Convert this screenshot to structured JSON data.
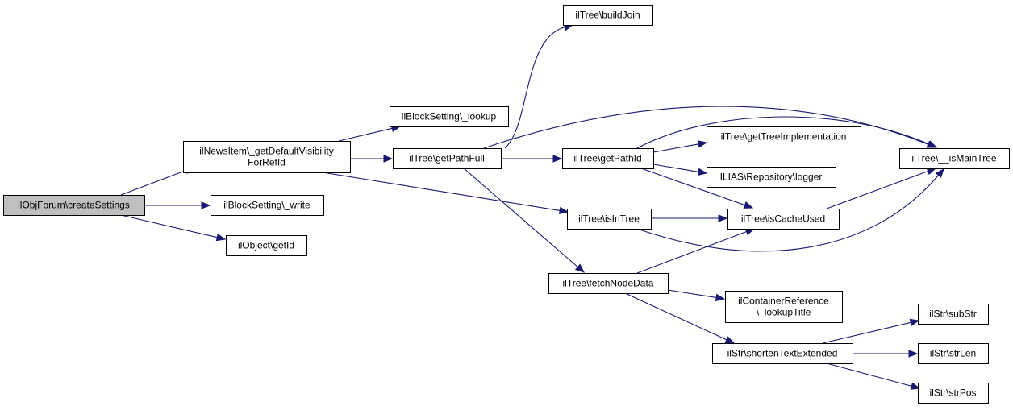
{
  "diagram": {
    "nodes": [
      {
        "id": "createSettings",
        "lines": [
          "ilObjForum\\createSettings"
        ],
        "root": true
      },
      {
        "id": "getDefaultVisibility",
        "lines": [
          "ilNewsItem\\_getDefaultVisibility",
          "ForRefId"
        ]
      },
      {
        "id": "blockWrite",
        "lines": [
          "ilBlockSetting\\_write"
        ]
      },
      {
        "id": "objGetId",
        "lines": [
          "ilObject\\getId"
        ]
      },
      {
        "id": "blockLookup",
        "lines": [
          "ilBlockSetting\\_lookup"
        ]
      },
      {
        "id": "getPathFull",
        "lines": [
          "ilTree\\getPathFull"
        ]
      },
      {
        "id": "isInTree",
        "lines": [
          "ilTree\\isInTree"
        ]
      },
      {
        "id": "buildJoin",
        "lines": [
          "ilTree\\buildJoin"
        ]
      },
      {
        "id": "getPathId",
        "lines": [
          "ilTree\\getPathId"
        ]
      },
      {
        "id": "fetchNodeData",
        "lines": [
          "ilTree\\fetchNodeData"
        ]
      },
      {
        "id": "isMainTree",
        "lines": [
          "ilTree\\__isMainTree"
        ]
      },
      {
        "id": "getTreeImpl",
        "lines": [
          "ilTree\\getTreeImplementation"
        ]
      },
      {
        "id": "logger",
        "lines": [
          "ILIAS\\Repository\\logger"
        ]
      },
      {
        "id": "isCacheUsed",
        "lines": [
          "ilTree\\isCacheUsed"
        ]
      },
      {
        "id": "lookupTitle",
        "lines": [
          "ilContainerReference",
          "\\_lookupTitle"
        ]
      },
      {
        "id": "shortenText",
        "lines": [
          "ilStr\\shortenTextExtended"
        ]
      },
      {
        "id": "subStr",
        "lines": [
          "ilStr\\subStr"
        ]
      },
      {
        "id": "strLen",
        "lines": [
          "ilStr\\strLen"
        ]
      },
      {
        "id": "strPos",
        "lines": [
          "ilStr\\strPos"
        ]
      }
    ],
    "edges": [
      {
        "from": "createSettings",
        "to": "getDefaultVisibility"
      },
      {
        "from": "createSettings",
        "to": "blockWrite"
      },
      {
        "from": "createSettings",
        "to": "objGetId"
      },
      {
        "from": "getDefaultVisibility",
        "to": "blockLookup"
      },
      {
        "from": "getDefaultVisibility",
        "to": "getPathFull"
      },
      {
        "from": "getDefaultVisibility",
        "to": "isInTree"
      },
      {
        "from": "getPathFull",
        "to": "buildJoin"
      },
      {
        "from": "getPathFull",
        "to": "getPathId"
      },
      {
        "from": "getPathFull",
        "to": "isMainTree"
      },
      {
        "from": "getPathFull",
        "to": "fetchNodeData"
      },
      {
        "from": "getPathId",
        "to": "getTreeImpl"
      },
      {
        "from": "getPathId",
        "to": "logger"
      },
      {
        "from": "getPathId",
        "to": "isCacheUsed"
      },
      {
        "from": "getPathId",
        "to": "isMainTree"
      },
      {
        "from": "isInTree",
        "to": "isCacheUsed"
      },
      {
        "from": "isInTree",
        "to": "isMainTree"
      },
      {
        "from": "isCacheUsed",
        "to": "isMainTree"
      },
      {
        "from": "fetchNodeData",
        "to": "isCacheUsed"
      },
      {
        "from": "fetchNodeData",
        "to": "lookupTitle"
      },
      {
        "from": "fetchNodeData",
        "to": "shortenText"
      },
      {
        "from": "shortenText",
        "to": "subStr"
      },
      {
        "from": "shortenText",
        "to": "strLen"
      },
      {
        "from": "shortenText",
        "to": "strPos"
      }
    ],
    "colors": {
      "edge": "#191970",
      "root_fill": "#bfbfbf",
      "node_fill": "#ffffff",
      "border": "#000000"
    }
  }
}
